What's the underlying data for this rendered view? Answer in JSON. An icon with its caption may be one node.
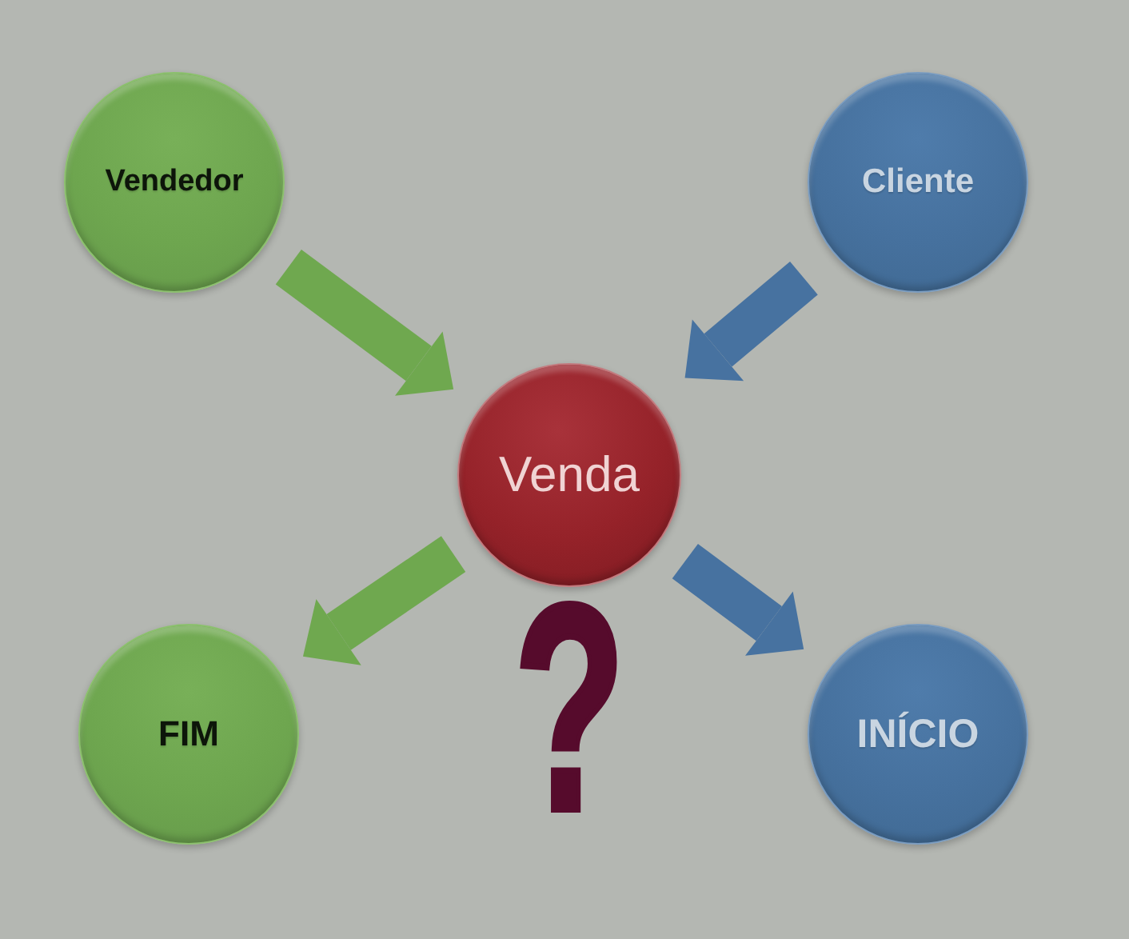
{
  "diagram": {
    "nodes": [
      {
        "text": [
          "Vendedor"
        ]
      },
      {
        "text": [
          "Cliente"
        ]
      },
      {
        "text": [
          "Venda"
        ]
      },
      {
        "text": [
          "FIM"
        ]
      },
      {
        "text": [
          "INÍCIO"
        ]
      }
    ],
    "edges": [
      {
        "from": 0,
        "to": 2,
        "arrow": "to",
        "color": "#6fa84f"
      },
      {
        "from": 1,
        "to": 2,
        "arrow": "to",
        "color": "#4772a0"
      },
      {
        "from": 2,
        "to": 3,
        "arrow": "to",
        "color": "#6fa84f"
      },
      {
        "from": 2,
        "to": 4,
        "arrow": "to",
        "color": "#4772a0"
      }
    ],
    "labels": [
      "?"
    ]
  }
}
